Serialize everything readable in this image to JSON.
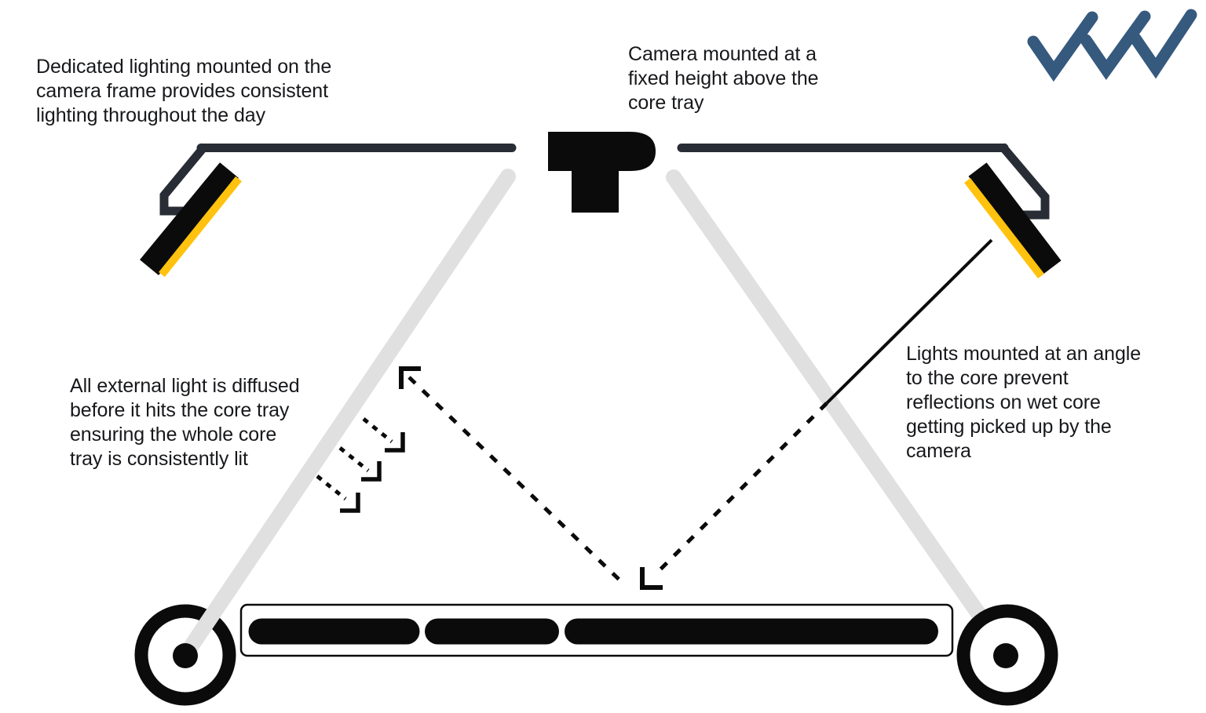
{
  "colors": {
    "ink": "#0b0b0c",
    "frame": "#282c34",
    "accentYellow": "#ffc20e",
    "beamGray": "#e0e0e0",
    "checkBlue": "#36597e",
    "text": "#17181b"
  },
  "logo": {
    "name": "triple-checkmark",
    "check_count": 3
  },
  "annotations": {
    "lighting_left": "Dedicated lighting mounted on the\ncamera frame provides consistent\nlighting throughout the day",
    "camera_top": "Camera mounted at a\nfixed height above the\ncore tray",
    "diffusion_left": "All external light is diffused\nbefore it hits the core tray\nensuring the whole core\ntray is consistently lit",
    "angled_lights_right": "Lights mounted at an angle\nto the core prevent\nreflections on wet core\ngetting picked up by the\ncamera"
  }
}
